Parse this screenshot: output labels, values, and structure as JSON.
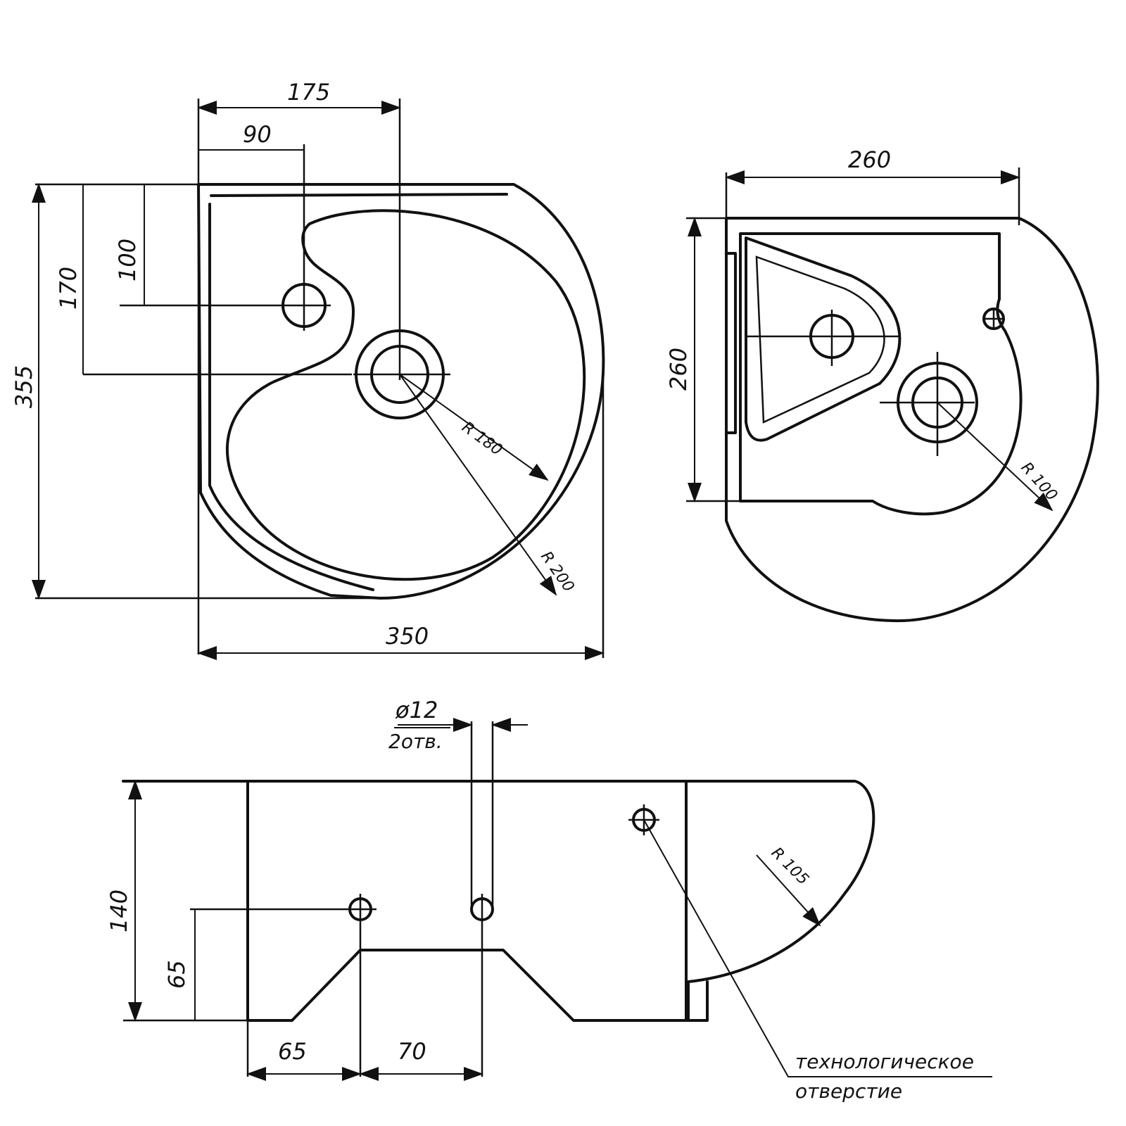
{
  "top_view": {
    "dim_175": "175",
    "dim_90": "90",
    "dim_355": "355",
    "dim_170": "170",
    "dim_100": "100",
    "dim_350": "350",
    "radius_180": "R 180",
    "radius_200": "R 200"
  },
  "bottom_view": {
    "dim_260_h": "260",
    "dim_260_v": "260",
    "radius_100": "R 100"
  },
  "side_view": {
    "hole_diameter": "ø12",
    "hole_count": "2отв.",
    "dim_140": "140",
    "dim_65_v": "65",
    "dim_65_h": "65",
    "dim_70": "70",
    "radius_105": "R 105",
    "note_line1": "технологическое",
    "note_line2": "отверстие"
  }
}
